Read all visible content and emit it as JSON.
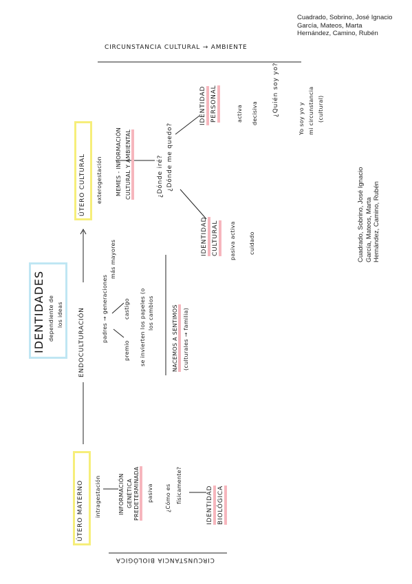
{
  "authors": [
    "Cuadrado, Sobrino, José Ignacio",
    "García, Mateos, Marta",
    "Hernández, Camino, Rubén"
  ],
  "top_header": "CIRCUNSTANCIA CULTURAL → AMBIENTE",
  "bottom_header": "CIRCUNSTANCIA BIOLÓGICA",
  "center": {
    "title": "IDENTIDADES",
    "subtitle_1": "dependiente de",
    "subtitle_2": "los ideas"
  },
  "endoculturacion": "ENDOCULTURACIÓN",
  "padres": "padres → generaciones",
  "mas_mayores": "más mayores",
  "premio": "premio",
  "castigo": "castigo",
  "papeles_1": "se invierten los papeles (o",
  "papeles_2": "los cambios",
  "nacemos_1": "NACEMOS A SENTIMOS",
  "nacemos_2": "(culturales → familia)",
  "utero_cultural": "ÚTERO CULTURAL",
  "exterogestacion": "exterogestación",
  "memes_1": "MEMES - INFORMACIÓN",
  "memes_2": "CULTURAL Y AMBIENTAL",
  "donde_1": "¿Dónde iré?",
  "donde_2": "¿Dónde me quedo?",
  "identidad_cultural": [
    "IDENTIDAD",
    "CULTURAL"
  ],
  "pasiva_activa": "pasiva activa",
  "cuidado": "cuidado",
  "identidad_personal": [
    "IDENTIDAD",
    "PERSONAL"
  ],
  "activa": "activa",
  "decisiva": "decisiva",
  "quien_soy": "¿Quién soy yo?",
  "yo_soy_1": "Yo soy yo y",
  "yo_soy_2": "mi circunstancia",
  "yo_soy_3": "(cultural)",
  "utero_materno": "ÚTERO MATERNO",
  "intragestacion": "intragestación",
  "info_1": "INFORMACIÓN",
  "info_2": "GENÉTICA",
  "info_3": "PREDETERMINADA",
  "pasiva": "pasiva",
  "como_1": "¿Cómo es",
  "como_2": "físicamente?",
  "identidad_biologica": [
    "IDENTIDAD",
    "BIOLÓGICA"
  ],
  "colors": {
    "yellow": "#f6ee7a",
    "blue": "#bfe6f3",
    "pink": "#f6b6bd"
  }
}
